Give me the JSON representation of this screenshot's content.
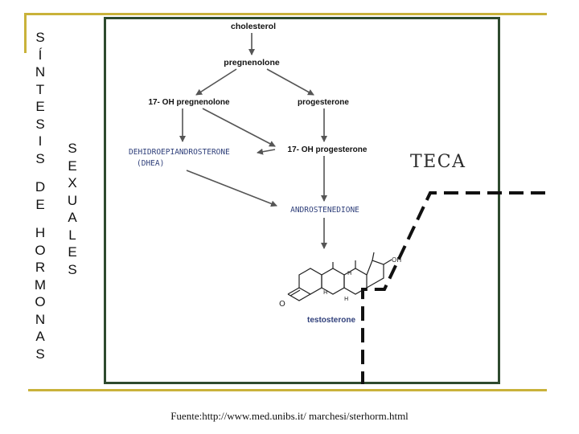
{
  "side_title": {
    "line1": [
      "S",
      "Í",
      "N",
      "T",
      "E",
      "S",
      "I",
      "S"
    ],
    "line2": [
      "D",
      "E"
    ],
    "line3": [
      "H",
      "O",
      "R",
      "M",
      "O",
      "N",
      "A",
      "S"
    ]
  },
  "side_label": [
    "S",
    "E",
    "X",
    "U",
    "A",
    "L",
    "E",
    "S"
  ],
  "diagram": {
    "nodes": {
      "cholesterol": "cholesterol",
      "pregnenolone": "pregnenolone",
      "oh_pregnenolone": "17- OH pregnenolone",
      "progesterone": "progesterone",
      "dhea_full": "DEHIDROEPIANDROSTERONE",
      "dhea_abbr": "(DHEA)",
      "oh_progesterone": "17- OH progesterone",
      "androstenedione": "ANDROSTENEDIONE",
      "testosterone": "testosterone"
    },
    "molecule_labels": {
      "oxo": "O",
      "oh": "OH",
      "h": "H"
    }
  },
  "region_label": "TECA",
  "footer": "Fuente:http://www.med.unibs.it/ marchesi/sterhorm.html",
  "colors": {
    "rule": "#c9b23a",
    "frame": "#2e4a2e",
    "dhea": "#2f3f7a",
    "arrow": "#555555",
    "region_line": "#111111"
  }
}
